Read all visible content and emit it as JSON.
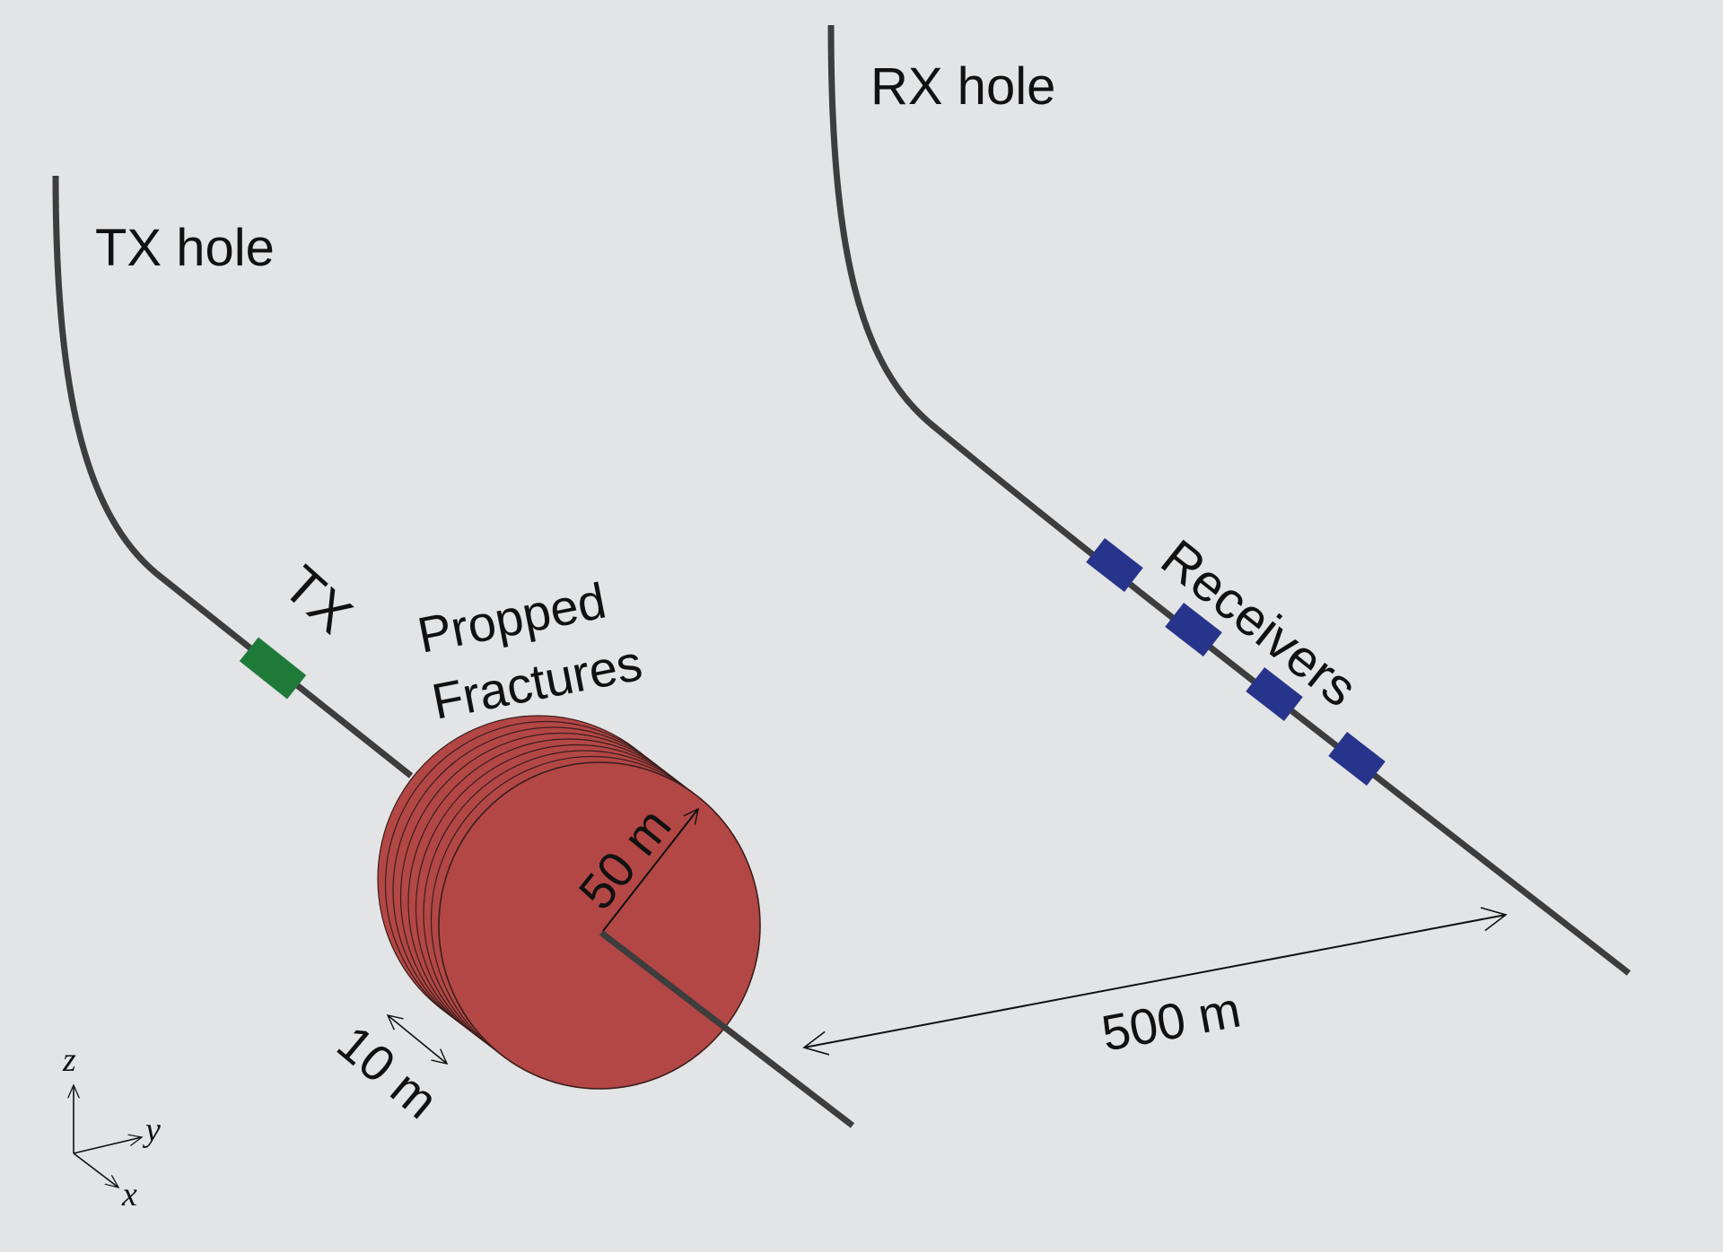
{
  "labels": {
    "tx_hole": "TX hole",
    "rx_hole": "RX hole",
    "tx": "TX",
    "receivers": "Receivers",
    "fractures_line1": "Propped",
    "fractures_line2": "Fractures",
    "radius": "50 m",
    "spacing": "10 m",
    "separation": "500 m"
  },
  "axes": {
    "z": "z",
    "y": "y",
    "x": "x"
  },
  "colors": {
    "background": "#e3e4e5",
    "well": "#3d3d3d",
    "transmitter": "#1f7a3a",
    "receiver": "#27348b",
    "fracture": "#b34745",
    "fracture_edge": "#3a1d1d"
  }
}
